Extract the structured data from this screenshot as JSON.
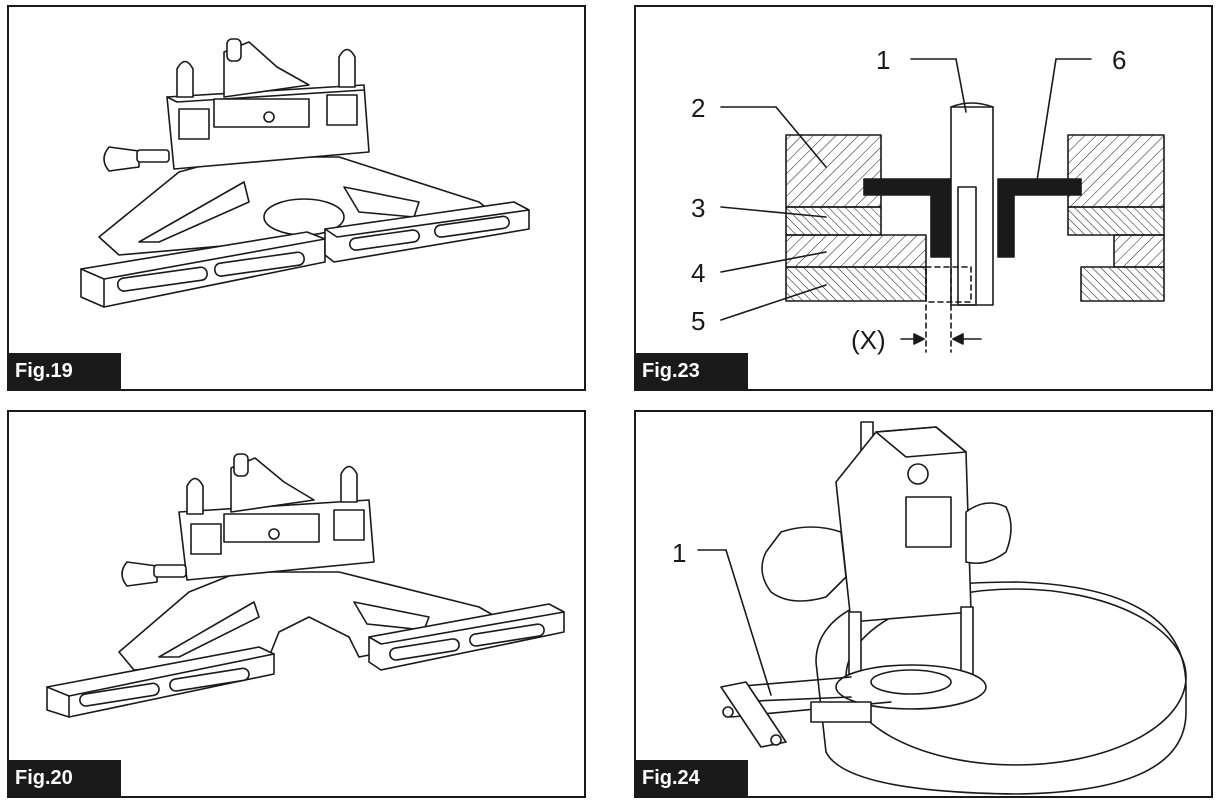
{
  "figures": {
    "fig19": {
      "label": "Fig.19"
    },
    "fig20": {
      "label": "Fig.20"
    },
    "fig23": {
      "label": "Fig.23",
      "callouts": [
        "1",
        "2",
        "3",
        "4",
        "5",
        "6"
      ],
      "dimension_label": "(X)"
    },
    "fig24": {
      "label": "Fig.24",
      "callouts": [
        "1"
      ]
    }
  }
}
